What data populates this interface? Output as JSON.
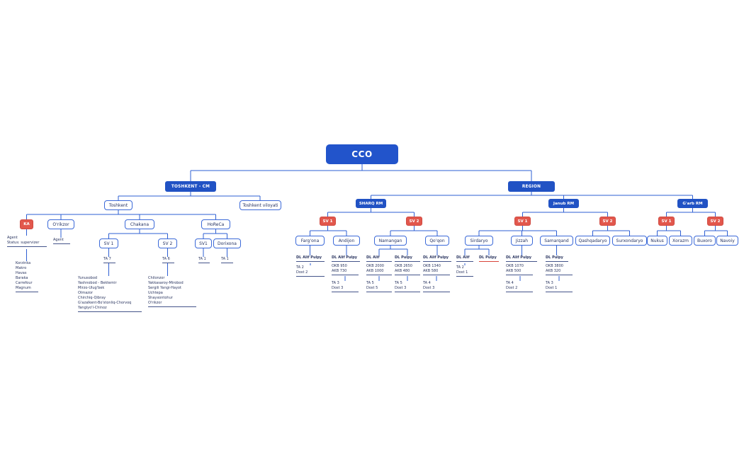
{
  "colors": {
    "primary_blue": "#2254cb",
    "header_blue": "#2152c4",
    "accent_red": "#e2574c",
    "node_border": "#3b69d8",
    "node_text": "#1f2d5e",
    "detail_text": "#2a3560",
    "connector_line": "#2e5fd3",
    "underline": "#44548a",
    "underline_red": "#d9443a"
  },
  "nodes": {
    "cco": "CCO",
    "toshkent_cm": "TOSHKENT - CM",
    "region": "REGION",
    "toshkent": "Toshkent",
    "toshkent_viloyati": "Toshkent viloyati",
    "ka": "KA",
    "orikzor": "O'rikzor",
    "chakana": "Chakana",
    "horeca": "HoReCa",
    "chakana_sv1": "SV 1",
    "chakana_sv2": "SV 2",
    "horeca_sv1": "SV1",
    "dorixona": "Dorixona",
    "sharq_rm": "SHARQ RM",
    "janub_rm": "Janub RM",
    "garb_rm": "G'arb RM",
    "sharq_sv1": "SV 1",
    "sharq_sv2": "SV 2",
    "fargona": "Farg'ona",
    "andijon": "Andijon",
    "namangan": "Namangan",
    "qoqon": "Qo'qon",
    "janub_sv1": "SV 1",
    "janub_sv2": "SV 2",
    "sirdaryo": "Sirdaryo",
    "jizzah": "Jizzah",
    "samarqand": "Samarqand",
    "qashqadaryo": "Qashqadaryo",
    "surxondaryo": "Surxondaryo",
    "garb_sv1": "SV 1",
    "garb_sv2": "SV 2",
    "nukus": "Nukus",
    "xorazm": "Xorazm",
    "buxoro": "Buxoro",
    "navoiy": "Navoiy"
  },
  "details": {
    "ka_header": [
      "Agent",
      "Status: supervizer"
    ],
    "ka_stores": [
      "Korzinka",
      "Makro",
      "Havas",
      "Baraka",
      "Carrefour",
      "Magnum"
    ],
    "orikzor_agent": "Agent",
    "chakana_sv1_ta": "TA 7",
    "chakana_sv1_districts": [
      "Yunusobod",
      "Yashnobod - Bektemir",
      "Mirzo-Ulug'bek",
      "Olmazor",
      "Chirchiq-Qibray",
      "G'azalkent-Bo'stonliq-Chorvoq",
      "Yangiyo'l-Chinoz"
    ],
    "chakana_sv2_ta": "TA 6",
    "chakana_sv2_districts": [
      "Chilonzor",
      "Yakkasaroy-Mirobod",
      "Sergili Yangi-Hayot",
      "Uchtepa",
      "Shayxontohur",
      "O'rikzor"
    ],
    "horeca_sv1_ta": "TA 1",
    "dorixona_ta": "TA 1",
    "fargona": {
      "dl": "DL Alif Pulpy",
      "stats": [
        "TA 2",
        "Dost 2"
      ]
    },
    "andijon": {
      "dl": "DL Alif Pulpy",
      "okb": [
        "OKB 950",
        "AKB 730"
      ],
      "stats": [
        "TA 3",
        "Dost 3"
      ]
    },
    "namangan_alif": {
      "dl": "DL Alif",
      "okb": [
        "OKB 2000",
        "AKB 1000"
      ],
      "stats": [
        "TA 5",
        "Dost 5"
      ]
    },
    "namangan_pulpy": {
      "dl": "DL Pulpy",
      "okb": [
        "OKB 2650",
        "AKB 480"
      ],
      "stats": [
        "TA 5",
        "Dost 3"
      ]
    },
    "qoqon": {
      "dl": "DL Alif Pulpy",
      "okb": [
        "OKB 1340",
        "AKB 580"
      ],
      "stats": [
        "TA 4",
        "Dost 3"
      ]
    },
    "sirdaryo_alif": {
      "dl": "DL Alif",
      "stats": [
        "TA 2",
        "Dost 1"
      ]
    },
    "sirdaryo_pulpy": {
      "dl": "DL Pulpy"
    },
    "jizzah": {
      "dl": "DL Alif Pulpy",
      "okb": [
        "OKB 1070",
        "AKB 500"
      ],
      "stats": [
        "TA 4",
        "Dost 2"
      ]
    },
    "samarqand": {
      "dl": "DL Pulpy",
      "okb": [
        "OKB 3800",
        "AKB 320"
      ],
      "stats": [
        "TA 3",
        "Dost 1"
      ]
    }
  }
}
